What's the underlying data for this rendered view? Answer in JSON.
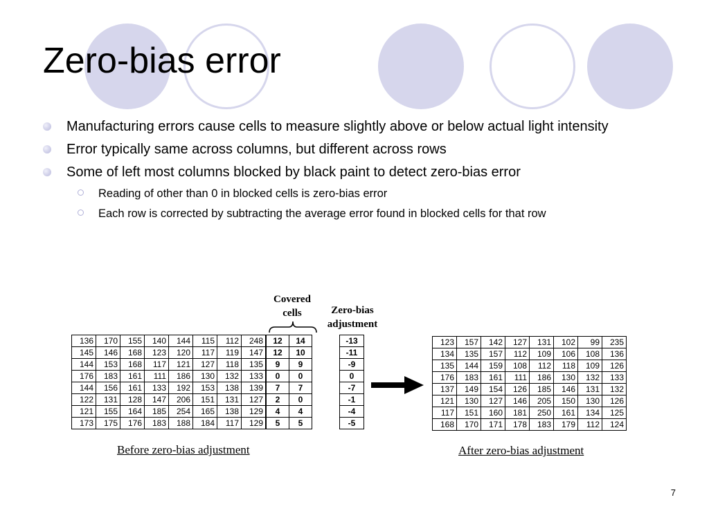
{
  "slide": {
    "title": "Zero-bias error",
    "page_number": "7",
    "accent_color": "#d6d6ec"
  },
  "bullets": [
    {
      "text": "Manufacturing errors cause cells to measure slightly above or below actual light intensity"
    },
    {
      "text": "Error typically same across columns, but different across rows"
    },
    {
      "text": "Some of left most columns blocked by black paint to detect zero-bias error"
    }
  ],
  "sub_bullets": [
    {
      "text": "Reading of other than 0 in blocked cells is zero-bias error"
    },
    {
      "text": "Each row is corrected by subtracting the average error found in blocked cells for that row"
    }
  ],
  "figure": {
    "covered_label_line1": "Covered",
    "covered_label_line2": "cells",
    "adjust_label_line1": "Zero-bias",
    "adjust_label_line2": "adjustment",
    "before_caption": "Before zero-bias adjustment",
    "after_caption": "After zero-bias adjustment",
    "before_rows": [
      [
        136,
        170,
        155,
        140,
        144,
        115,
        112,
        248,
        12,
        14
      ],
      [
        145,
        146,
        168,
        123,
        120,
        117,
        119,
        147,
        12,
        10
      ],
      [
        144,
        153,
        168,
        117,
        121,
        127,
        118,
        135,
        9,
        9
      ],
      [
        176,
        183,
        161,
        111,
        186,
        130,
        132,
        133,
        0,
        0
      ],
      [
        144,
        156,
        161,
        133,
        192,
        153,
        138,
        139,
        7,
        7
      ],
      [
        122,
        131,
        128,
        147,
        206,
        151,
        131,
        127,
        2,
        0
      ],
      [
        121,
        155,
        164,
        185,
        254,
        165,
        138,
        129,
        4,
        4
      ],
      [
        173,
        175,
        176,
        183,
        188,
        184,
        117,
        129,
        5,
        5
      ]
    ],
    "adjustments": [
      "-13",
      "-11",
      "-9",
      "0",
      "-7",
      "-1",
      "-4",
      "-5"
    ],
    "after_rows": [
      [
        123,
        157,
        142,
        127,
        131,
        102,
        99,
        235
      ],
      [
        134,
        135,
        157,
        112,
        109,
        106,
        108,
        136
      ],
      [
        135,
        144,
        159,
        108,
        112,
        118,
        109,
        126
      ],
      [
        176,
        183,
        161,
        111,
        186,
        130,
        132,
        133
      ],
      [
        137,
        149,
        154,
        126,
        185,
        146,
        131,
        132
      ],
      [
        121,
        130,
        127,
        146,
        205,
        150,
        130,
        126
      ],
      [
        117,
        151,
        160,
        181,
        250,
        161,
        134,
        125
      ],
      [
        168,
        170,
        171,
        178,
        183,
        179,
        112,
        124
      ]
    ]
  }
}
